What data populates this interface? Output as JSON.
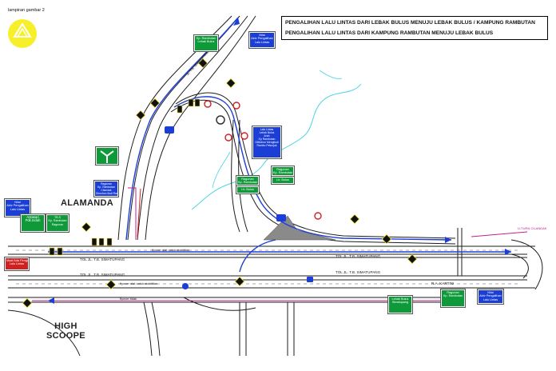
{
  "sheet_label": "lampiran gambar 2",
  "legend": {
    "line1": "PENGALIHAN LALU LINTAS DARI LEBAK BULUS MENUJU LEBAK BULUS / KAMPUNG RAMBUTAN",
    "line2": "PENGALIHAN LALU LINTAS DARI KAMPUNG RAMBUTAN MENUJU LEBAK BULUS",
    "line1_color": "#1b3fd6",
    "line2_color": "#d12020"
  },
  "places": {
    "alamanda": "ALAMANDA",
    "high_scoope": "HIGH\nSCOOPE"
  },
  "roads": {
    "tol_upper_1": "TOL JL. T.B. SIMATUPANG",
    "tol_upper_2": "TOL JL. T.B. SIMATUPANG",
    "arteri_1": "TOL JL. T.B. SIMATUPANG",
    "arteri_2": "TOL JL. T.B. SIMATUPANG",
    "flyover_1": "flyover alat untuk stabilitas",
    "flyover_2": "flyover alat untuk stabilitas",
    "ra_kartini": "R.A. KARTINI",
    "u_turn": "U-TURN CILANDAK",
    "side_road": "flyover tidak",
    "upper_road": "JL. T.B. SIMATUPANG"
  },
  "signs": {
    "top_green": "Kp. Rambutan\nLebak Bulus",
    "top_blue": "Nilai\nAktv Pengalihan\nLalu Lintas",
    "mid_blue": "Lalu Lintas\nLebak Bulus\nArah\nKp Rambutan\nDiMohon Mengikuti\nRambu Petunjuk",
    "right_green_1": "Ragunan\nKp. Rambutan",
    "right_green_2": "Ragunan\nKp. Rambutan",
    "right_green_3": "Lb. Bulus",
    "right_green_4": "Lb. Bulus",
    "left_green_arrow": "",
    "left_blue_text": "Ragunan\nKp. Rambutan\nCilandak\nDimohon Ikuti Rambu",
    "left_blue_big": "Nilai\nAktv Pengalihan\nLalu Lintas",
    "left_green_1": "Antasari\nPdk.Indah",
    "left_green_2": "TB.S\nKp. Rambutan\nRagunan",
    "left_red": "Maaf Ada Pengalihan\nLalu Lintas",
    "bottom_green_1": "Lebak Bulus\nSimatupang",
    "bottom_green_2": "Ragunan\nKp. Rambutan",
    "bottom_blue": "Nilai\nAktv Pengalihan\nLalu Lintas"
  },
  "colors": {
    "road": "#1d1d1d",
    "river": "#4fd3e6",
    "route_blue": "#1b3fd6",
    "route_magenta": "#c0208f",
    "compass_yellow": "#f7ef2a",
    "sign_green": "#0f9a3a",
    "sign_blue": "#1b3fd6"
  }
}
